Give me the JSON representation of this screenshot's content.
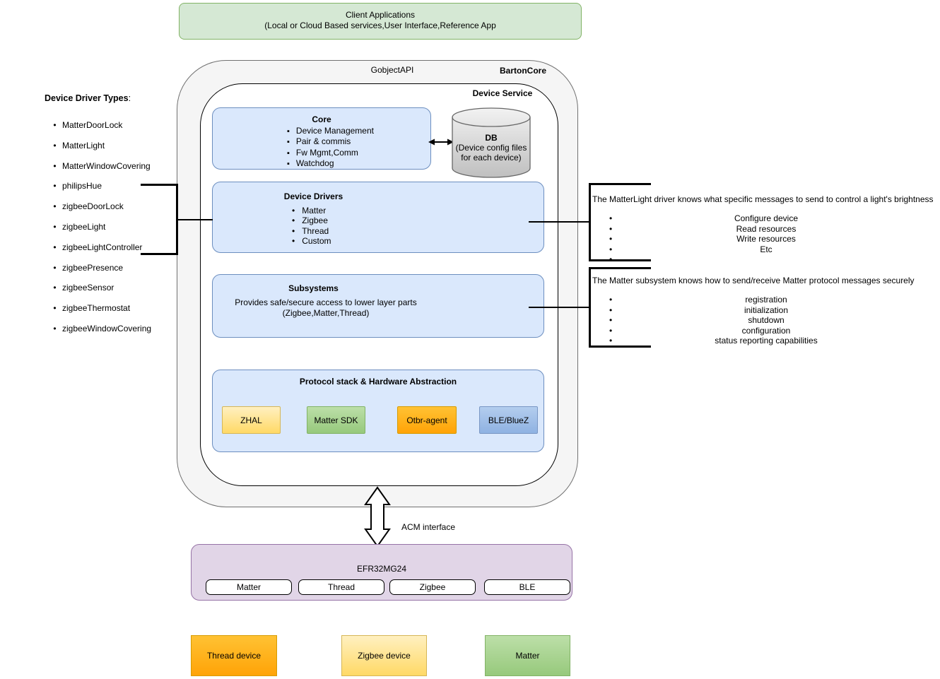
{
  "client_box": {
    "line1": "Client Applications",
    "line2": "(Local or Cloud Based services,User Interface,Reference App"
  },
  "driver_types": {
    "heading": "Device Driver Types",
    "colon": ":",
    "items": [
      "MatterDoorLock",
      "MatterLight",
      "MatterWindowCovering",
      "philipsHue",
      "zigbeeDoorLock",
      "zigbeeLight",
      "zigbeeLightController",
      "zigbeePresence",
      "zigbeeSensor",
      "zigbeeThermostat",
      "zigbeeWindowCovering"
    ]
  },
  "barton": {
    "api_label": "GobjectAPI",
    "title": "BartonCore",
    "service_title": "Device Service"
  },
  "core_box": {
    "title": "Core",
    "items": [
      "Device Management",
      "Pair & commis",
      "Fw Mgmt,Comm",
      "Watchdog"
    ]
  },
  "db": {
    "title": "DB",
    "line1": "(Device config files",
    "line2": "for each device)"
  },
  "device_drivers": {
    "title": "Device Drivers",
    "items": [
      "Matter",
      "Zigbee",
      "Thread",
      "Custom"
    ]
  },
  "subsystems": {
    "title": "Subsystems",
    "line1": "Provides safe/secure access to lower layer parts",
    "line2": "(Zigbee,Matter,Thread)"
  },
  "protocol": {
    "title": "Protocol stack & Hardware Abstraction",
    "chips": [
      "ZHAL",
      "Matter SDK",
      "Otbr-agent",
      "BLE/BlueZ"
    ]
  },
  "annotation_driver": {
    "text": "The MatterLight driver knows what specific messages to send to control a light's brightness",
    "bullets": [
      "Configure device",
      "Read resources",
      "Write resources",
      "Etc",
      ""
    ]
  },
  "annotation_subsystem": {
    "text": "The Matter subsystem knows how to send/receive Matter protocol messages securely",
    "bullets": [
      "registration",
      "initialization",
      "shutdown",
      "configuration",
      "status reporting capabilities"
    ]
  },
  "acm": {
    "label": "ACM interface"
  },
  "efr": {
    "title": "EFR32MG24",
    "chips": [
      "Matter",
      "Thread",
      "Zigbee",
      "BLE"
    ]
  },
  "bottom_boxes": [
    {
      "label": "Thread device",
      "color": "#ffa307"
    },
    {
      "label": "Zigbee device",
      "color": "#ffd966"
    },
    {
      "label": "Matter",
      "color": "#97c97c"
    }
  ],
  "colors": {
    "client_fill": "#d5e8d4",
    "client_border": "#82b366",
    "container_fill": "#f5f5f5",
    "container_border": "#707070",
    "blue_fill": "#dae8fc",
    "blue_border": "#6c8ebf",
    "purple_fill": "#e1d5e7",
    "purple_border": "#9673a6",
    "yellow_border": "#d6b656",
    "orange_border": "#d79b00",
    "db_fill_top": "#f2f2f2",
    "db_fill_bottom": "#bfbfbf"
  }
}
